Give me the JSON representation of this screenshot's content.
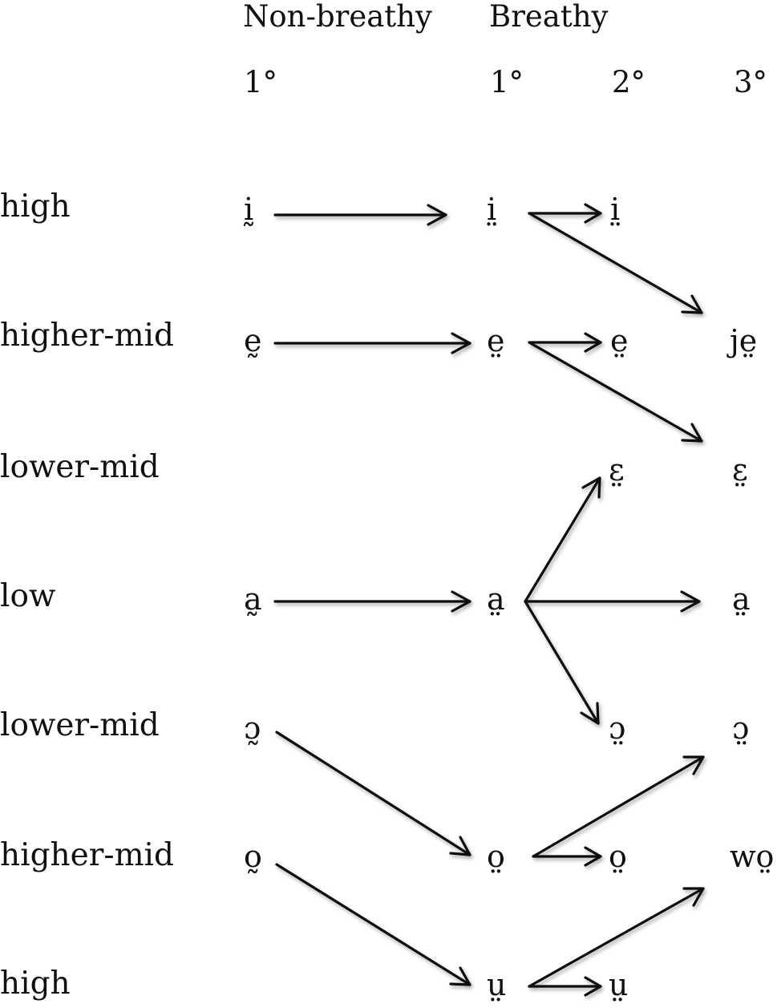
{
  "headers": {
    "non_breathy": "Non-breathy",
    "breathy": "Breathy",
    "degrees": [
      "1°",
      "1°",
      "2°",
      "3°"
    ]
  },
  "rows": [
    {
      "level": "high",
      "nonbreathy": "ḭ",
      "b1": "i̤",
      "b2": "i̤",
      "b3": ""
    },
    {
      "level": "higher-mid",
      "nonbreathy": "ḛ",
      "b1": "e̤",
      "b2": "e̤",
      "b3": "je̤"
    },
    {
      "level": "lower-mid",
      "nonbreathy": "",
      "b1": "",
      "b2": "ɛ̤",
      "b3": "ɛ̤"
    },
    {
      "level": "low",
      "nonbreathy": "a̰",
      "b1": "a̤",
      "b2": "",
      "b3": "a̤"
    },
    {
      "level": "lower-mid",
      "nonbreathy": "ɔ̰",
      "b1": "",
      "b2": "ɔ̤",
      "b3": "ɔ̤"
    },
    {
      "level": "higher-mid",
      "nonbreathy": "o̰",
      "b1": "o̤",
      "b2": "o̤",
      "b3": "wo̤"
    },
    {
      "level": "high",
      "nonbreathy": "",
      "b1": "ṳ",
      "b2": "ṳ",
      "b3": ""
    }
  ],
  "colors": {
    "text": "#111111",
    "arrow": "#111111"
  }
}
